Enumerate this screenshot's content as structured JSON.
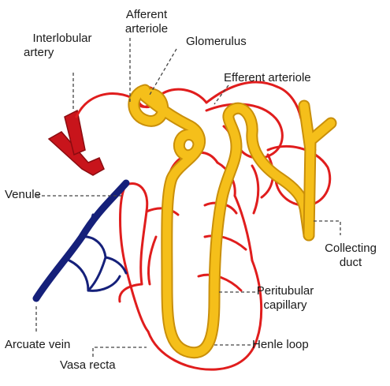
{
  "diagram": {
    "colors": {
      "capillary_red": "#e01d1d",
      "artery_red": "#c8141b",
      "tubule_yellow": "#f5bf1a",
      "tubule_outline": "#c98f0a",
      "vein_blue": "#15207a",
      "leader_line": "#444444",
      "text": "#1a1a1a"
    },
    "labels": {
      "afferent_arteriole": [
        "Afferent",
        "arteriole"
      ],
      "interlobular_artery": [
        "Interlobular",
        "artery"
      ],
      "glomerulus": "Glomerulus",
      "efferent_arteriole": "Efferent arteriole",
      "venule": "Venule",
      "collecting_duct": [
        "Collecting",
        "duct"
      ],
      "peritubular_capillary": [
        "Peritubular",
        "capillary"
      ],
      "arcuate_vein": "Arcuate vein",
      "henle_loop": "Henle loop",
      "vasa_recta": "Vasa recta"
    }
  }
}
